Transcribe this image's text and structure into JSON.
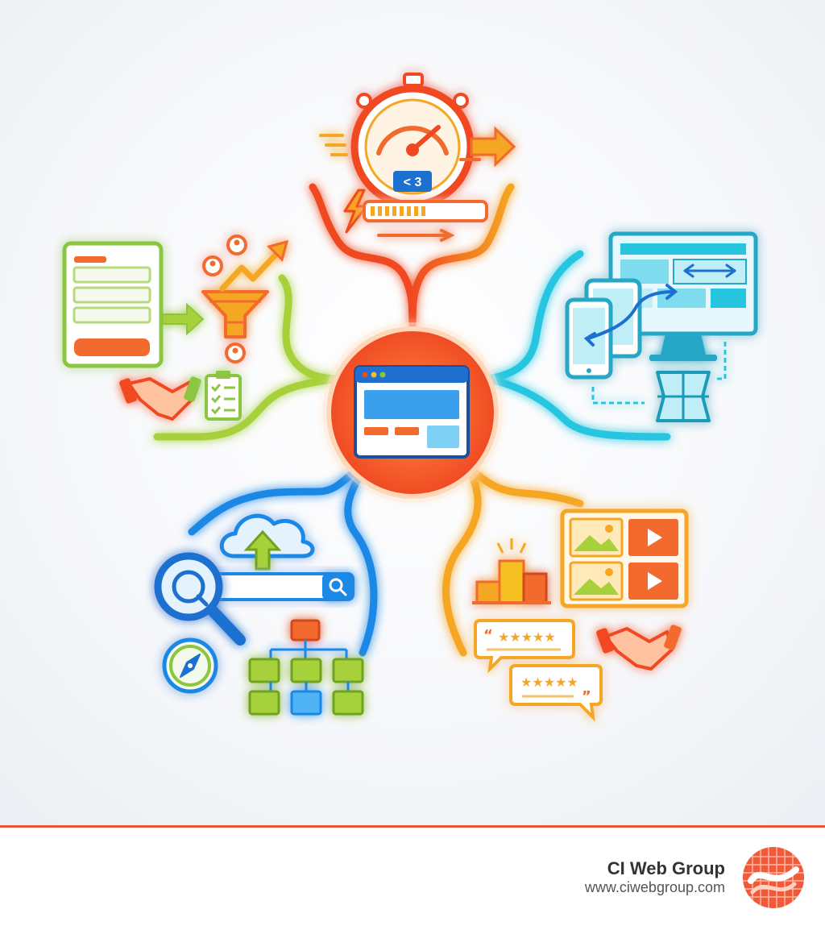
{
  "diagram": {
    "speed_badge": "< 3",
    "colors": {
      "orange": "#f26a2e",
      "red_orange": "#f04a23",
      "amber": "#f5a623",
      "lime": "#8cc63f",
      "cyan": "#26c6e0",
      "blue": "#1e88e5",
      "ink": "#4a4a4a"
    },
    "icons": [
      "web-page-hub-icon",
      "stopwatch-speed-icon",
      "loading-bar-icon",
      "lightning-icon",
      "lead-form-icon",
      "conversion-funnel-icon",
      "growth-arrow-icon",
      "handshake-icon",
      "checklist-icon",
      "responsive-devices-icon",
      "search-bar-icon",
      "magnifier-icon",
      "cloud-upload-icon",
      "compass-icon",
      "sitemap-icon",
      "podium-icon",
      "media-grid-icon",
      "review-bubble-icon"
    ]
  },
  "footer": {
    "brand_name": "CI Web Group",
    "brand_url": "www.ciwebgroup.com",
    "logo_icon": "ciwebgroup-logo-icon"
  }
}
